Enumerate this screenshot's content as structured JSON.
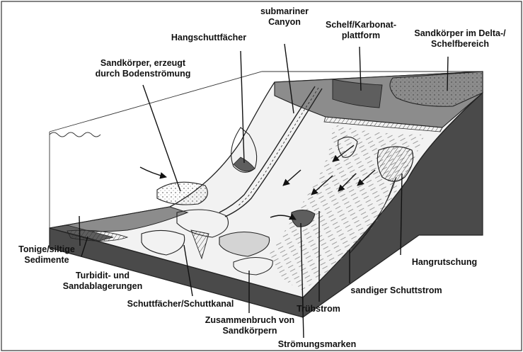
{
  "labels": {
    "submariner": "submariner",
    "canyon": "Canyon",
    "schelf": "Schelf/Karbonat-",
    "plattform": "plattform",
    "sandkoerper_delta_1": "Sandkörper im Delta-/",
    "sandkoerper_delta_2": "Schelfbereich",
    "hangschutt": "Hangschuttfächer",
    "bodenstroemung_1": "Sandkörper, erzeugt",
    "bodenstroemung_2": "durch Bodenströmung",
    "tonige_1": "Tonige/siltige",
    "tonige_2": "Sedimente",
    "turbidit_1": "Turbidit- und",
    "turbidit_2": "Sandablagerungen",
    "schuttfaecher": "Schuttfächer/Schuttkanal",
    "zusammenbruch_1": "Zusammenbruch von",
    "zusammenbruch_2": "Sandkörpern",
    "stroemungsmarken": "Strömungsmarken",
    "truebstrom": "Trübstrom",
    "sandiger": "sandiger Schuttstrom",
    "hangrutschung": "Hangrutschung"
  },
  "colors": {
    "dark_grey": "#5e5e5e",
    "mid_grey": "#8c8c8c",
    "light_grey": "#bdbdbd",
    "side_dark": "#4a4a4a"
  }
}
